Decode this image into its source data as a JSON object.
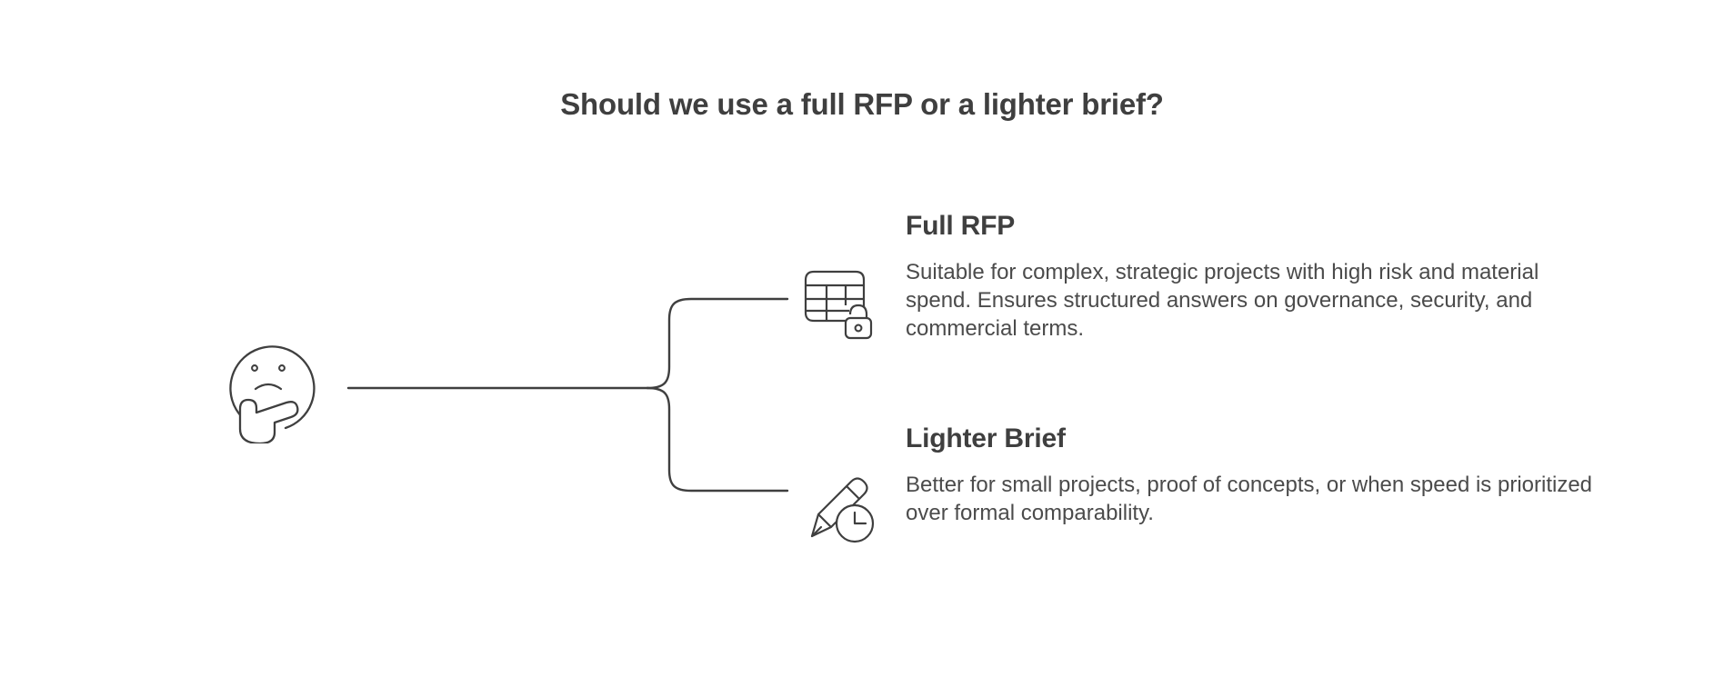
{
  "page": {
    "title": "Should we use a full RFP or a lighter brief?",
    "background_color": "#ffffff",
    "line_color": "#3f3f3f",
    "heading_color": "#3f3f3f",
    "body_color": "#4b4b4b"
  },
  "root_node": {
    "icon": "thinking-face-icon",
    "label": ""
  },
  "branches": [
    {
      "icon": "table-lock-icon",
      "title": "Full RFP",
      "description": "Suitable for complex, strategic projects with high risk and material spend. Ensures structured answers on governance, security, and commercial terms."
    },
    {
      "icon": "pencil-clock-icon",
      "title": "Lighter Brief",
      "description": "Better for small projects, proof of concepts, or when speed is prioritized over formal comparability."
    }
  ]
}
